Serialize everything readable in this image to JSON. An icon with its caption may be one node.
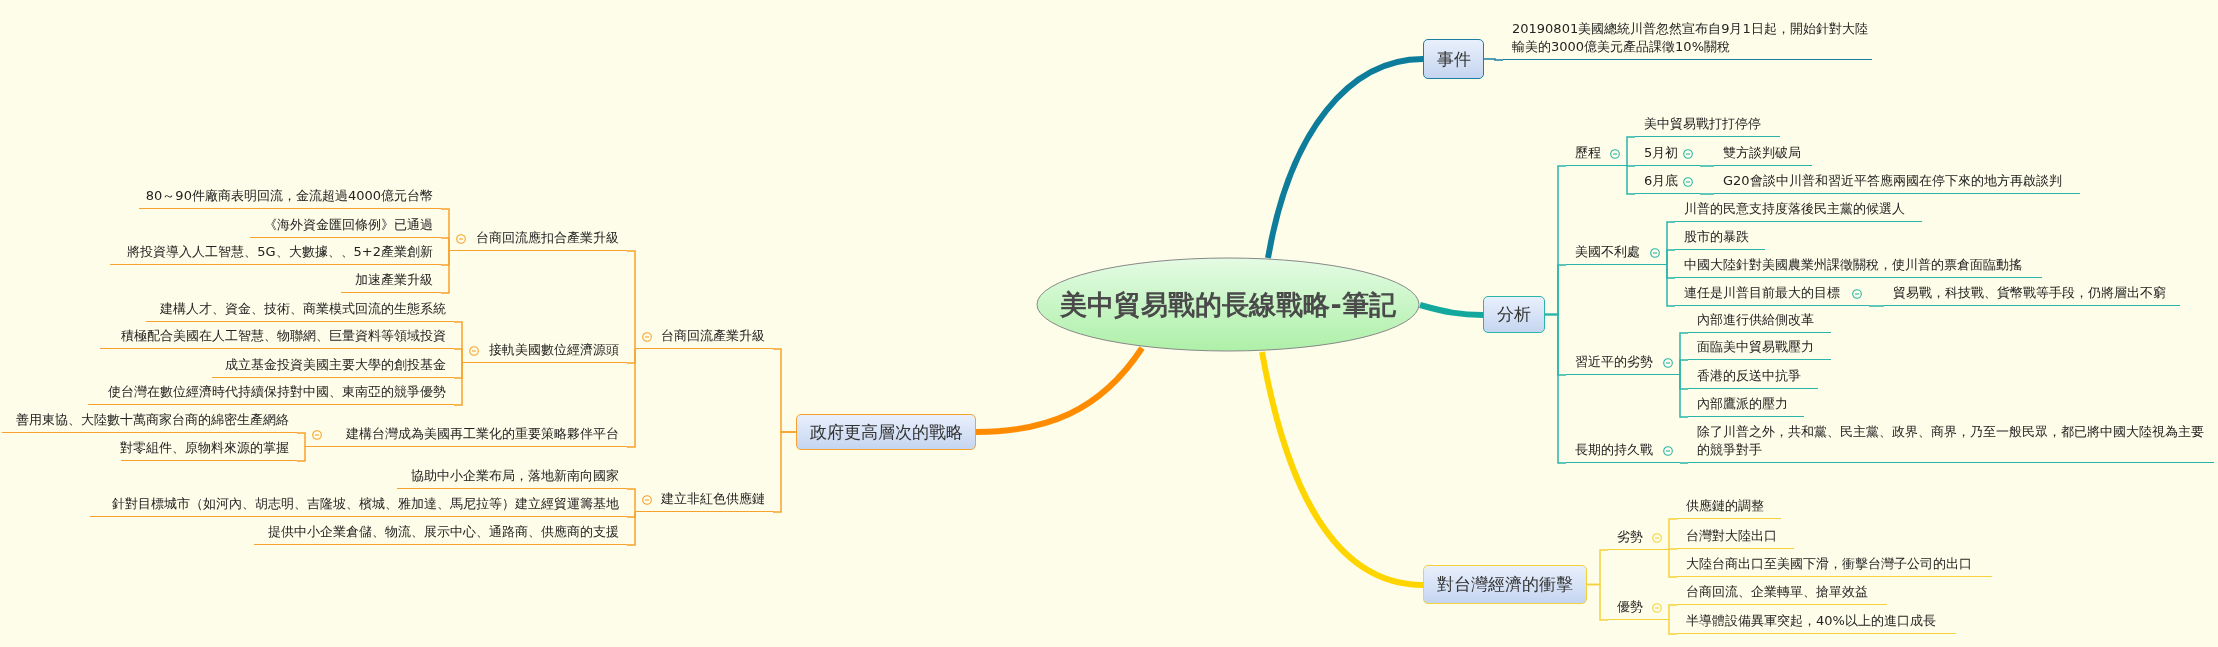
{
  "diagram": {
    "nodes": [
      {
        "text": [
          "美中貿易戰的長線戰略-筆記"
        ]
      },
      {
        "text": [
          "事件"
        ]
      },
      {
        "text": [
          "20190801美國總統川普忽然宣布自9月1日起，開始針對大陸輸美的3000億美元產品課徵10%關稅"
        ]
      },
      {
        "text": [
          "分析"
        ]
      },
      {
        "text": [
          "歷程"
        ]
      },
      {
        "text": [
          "美中貿易戰打打停停"
        ]
      },
      {
        "text": [
          "5月初"
        ]
      },
      {
        "text": [
          "雙方談判破局"
        ]
      },
      {
        "text": [
          "6月底"
        ]
      },
      {
        "text": [
          "G20會談中川普和習近平答應兩國在停下來的地方再啟談判"
        ]
      },
      {
        "text": [
          "美國不利處"
        ]
      },
      {
        "text": [
          "川普的民意支持度落後民主黨的候選人"
        ]
      },
      {
        "text": [
          "股市的暴跌"
        ]
      },
      {
        "text": [
          "中國大陸針對美國農業州課徵關稅，使川普的票倉面臨動搖"
        ]
      },
      {
        "text": [
          "連任是川普目前最大的目標"
        ]
      },
      {
        "text": [
          "貿易戰，科技戰、貨幣戰等手段，仍將層出不窮"
        ]
      },
      {
        "text": [
          "習近平的劣勢"
        ]
      },
      {
        "text": [
          "內部進行供給側改革"
        ]
      },
      {
        "text": [
          "面臨美中貿易戰壓力"
        ]
      },
      {
        "text": [
          "香港的反送中抗爭"
        ]
      },
      {
        "text": [
          "內部鷹派的壓力"
        ]
      },
      {
        "text": [
          "長期的持久戰"
        ]
      },
      {
        "text": [
          "除了川普之外，共和黨、民主黨、政界、商界，乃至一般民眾，都已將中國大陸視為主要的競爭對手"
        ]
      },
      {
        "text": [
          "對台灣經濟的衝擊"
        ]
      },
      {
        "text": [
          "劣勢"
        ]
      },
      {
        "text": [
          "供應鏈的調整"
        ]
      },
      {
        "text": [
          "台灣對大陸出口"
        ]
      },
      {
        "text": [
          "大陸台商出口至美國下滑，衝擊台灣子公司的出口"
        ]
      },
      {
        "text": [
          "優勢"
        ]
      },
      {
        "text": [
          "台商回流、企業轉單、搶單效益"
        ]
      },
      {
        "text": [
          "半導體設備異軍突起，40%以上的進口成長"
        ]
      },
      {
        "text": [
          "政府更高層次的戰略"
        ]
      },
      {
        "text": [
          "台商回流產業升級"
        ]
      },
      {
        "text": [
          "建立非紅色供應鏈"
        ]
      },
      {
        "text": [
          "台商回流應扣合產業升級"
        ]
      },
      {
        "text": [
          "80～90件廠商表明回流，金流超過4000億元台幣"
        ]
      },
      {
        "text": [
          "《海外資金匯回條例》已通過"
        ]
      },
      {
        "text": [
          "將投資導入人工智慧、5G、大數據、、5+2產業創新"
        ]
      },
      {
        "text": [
          "加速產業升級"
        ]
      },
      {
        "text": [
          "接軌美國數位經濟源頭"
        ]
      },
      {
        "text": [
          "建構人才、資金、技術、商業模式回流的生態系統"
        ]
      },
      {
        "text": [
          "積極配合美國在人工智慧、物聯網、巨量資料等領域投資"
        ]
      },
      {
        "text": [
          "成立基金投資美國主要大學的創投基金"
        ]
      },
      {
        "text": [
          "使台灣在數位經濟時代持續保持對中國、東南亞的競爭優勢"
        ]
      },
      {
        "text": [
          "建構台灣成為美國再工業化的重要策略夥伴平台"
        ]
      },
      {
        "text": [
          "善用東協、大陸數十萬商家台商的綿密生產網絡"
        ]
      },
      {
        "text": [
          "對零組件、原物料來源的掌握"
        ]
      },
      {
        "text": [
          "協助中小企業布局，落地新南向國家"
        ]
      },
      {
        "text": [
          "針對目標城市（如河內、胡志明、吉隆坡、檳城、雅加達、馬尼拉等）建立經貿運籌基地"
        ]
      },
      {
        "text": [
          "提供中小企業倉儲、物流、展示中心、通路商、供應商的支援"
        ]
      }
    ],
    "edges": [
      {
        "from": 0,
        "to": 1,
        "arrow": "none",
        "style": "thick",
        "color": "#0e7c9b"
      },
      {
        "from": 1,
        "to": 2,
        "arrow": "none",
        "color": "#1b7fa0"
      },
      {
        "from": 0,
        "to": 3,
        "arrow": "none",
        "style": "thick",
        "color": "#13a89e"
      },
      {
        "from": 3,
        "to": 4,
        "arrow": "none",
        "color": "#2ab5a9"
      },
      {
        "from": 4,
        "to": 5,
        "arrow": "none",
        "color": "#2ab5a9"
      },
      {
        "from": 4,
        "to": 6,
        "arrow": "none",
        "color": "#2ab5a9"
      },
      {
        "from": 6,
        "to": 7,
        "arrow": "none",
        "color": "#2ab5a9"
      },
      {
        "from": 4,
        "to": 8,
        "arrow": "none",
        "color": "#2ab5a9"
      },
      {
        "from": 8,
        "to": 9,
        "arrow": "none",
        "color": "#2ab5a9"
      },
      {
        "from": 3,
        "to": 10,
        "arrow": "none",
        "color": "#2ab5a9"
      },
      {
        "from": 10,
        "to": 11,
        "arrow": "none",
        "color": "#2ab5a9"
      },
      {
        "from": 10,
        "to": 12,
        "arrow": "none",
        "color": "#2ab5a9"
      },
      {
        "from": 10,
        "to": 13,
        "arrow": "none",
        "color": "#2ab5a9"
      },
      {
        "from": 10,
        "to": 14,
        "arrow": "none",
        "color": "#2ab5a9"
      },
      {
        "from": 14,
        "to": 15,
        "arrow": "none",
        "color": "#2ab5a9"
      },
      {
        "from": 3,
        "to": 16,
        "arrow": "none",
        "color": "#2ab5a9"
      },
      {
        "from": 16,
        "to": 17,
        "arrow": "none",
        "color": "#2ab5a9"
      },
      {
        "from": 16,
        "to": 18,
        "arrow": "none",
        "color": "#2ab5a9"
      },
      {
        "from": 16,
        "to": 19,
        "arrow": "none",
        "color": "#2ab5a9"
      },
      {
        "from": 16,
        "to": 20,
        "arrow": "none",
        "color": "#2ab5a9"
      },
      {
        "from": 3,
        "to": 21,
        "arrow": "none",
        "color": "#2ab5a9"
      },
      {
        "from": 21,
        "to": 22,
        "arrow": "none",
        "color": "#2ab5a9"
      },
      {
        "from": 0,
        "to": 23,
        "arrow": "none",
        "style": "thick",
        "color": "#ffd500"
      },
      {
        "from": 23,
        "to": 24,
        "arrow": "none",
        "color": "#f5d23c"
      },
      {
        "from": 24,
        "to": 25,
        "arrow": "none",
        "color": "#f5d23c"
      },
      {
        "from": 24,
        "to": 26,
        "arrow": "none",
        "color": "#f5d23c"
      },
      {
        "from": 24,
        "to": 27,
        "arrow": "none",
        "color": "#f5d23c"
      },
      {
        "from": 23,
        "to": 28,
        "arrow": "none",
        "color": "#f5d23c"
      },
      {
        "from": 28,
        "to": 29,
        "arrow": "none",
        "color": "#f5d23c"
      },
      {
        "from": 28,
        "to": 30,
        "arrow": "none",
        "color": "#f5d23c"
      },
      {
        "from": 0,
        "to": 31,
        "arrow": "none",
        "style": "thick",
        "color": "#ff8c00"
      },
      {
        "from": 31,
        "to": 32,
        "arrow": "none",
        "color": "#f7a22c"
      },
      {
        "from": 32,
        "to": 34,
        "arrow": "none",
        "color": "#f7a22c"
      },
      {
        "from": 34,
        "to": 35,
        "arrow": "none",
        "color": "#f7a22c"
      },
      {
        "from": 34,
        "to": 36,
        "arrow": "none",
        "color": "#f7a22c"
      },
      {
        "from": 34,
        "to": 37,
        "arrow": "none",
        "color": "#f7a22c"
      },
      {
        "from": 34,
        "to": 38,
        "arrow": "none",
        "color": "#f7a22c"
      },
      {
        "from": 32,
        "to": 39,
        "arrow": "none",
        "color": "#f7a22c"
      },
      {
        "from": 39,
        "to": 40,
        "arrow": "none",
        "color": "#f7a22c"
      },
      {
        "from": 39,
        "to": 41,
        "arrow": "none",
        "color": "#f7a22c"
      },
      {
        "from": 39,
        "to": 42,
        "arrow": "none",
        "color": "#f7a22c"
      },
      {
        "from": 39,
        "to": 43,
        "arrow": "none",
        "color": "#f7a22c"
      },
      {
        "from": 32,
        "to": 44,
        "arrow": "none",
        "color": "#f7a22c"
      },
      {
        "from": 44,
        "to": 45,
        "arrow": "none",
        "color": "#f7a22c"
      },
      {
        "from": 44,
        "to": 46,
        "arrow": "none",
        "color": "#f7a22c"
      },
      {
        "from": 31,
        "to": 33,
        "arrow": "none",
        "color": "#f7a22c"
      },
      {
        "from": 33,
        "to": 47,
        "arrow": "none",
        "color": "#f7a22c"
      },
      {
        "from": 33,
        "to": 48,
        "arrow": "none",
        "color": "#f7a22c"
      },
      {
        "from": 33,
        "to": 49,
        "arrow": "none",
        "color": "#f7a22c"
      }
    ]
  }
}
